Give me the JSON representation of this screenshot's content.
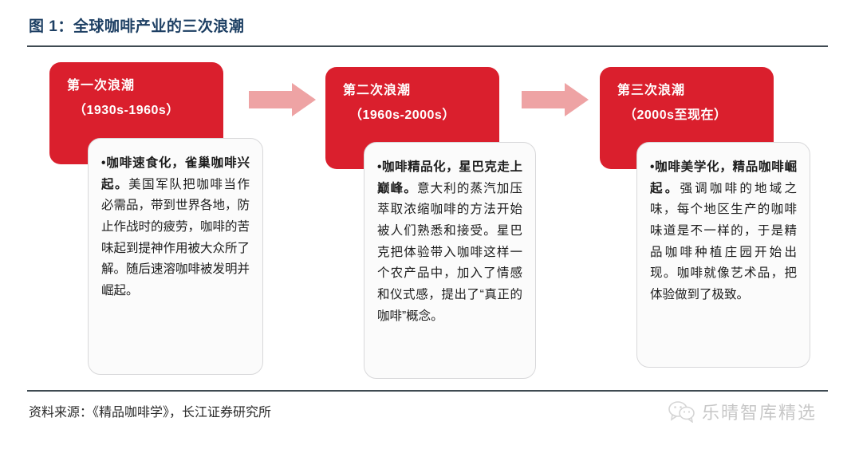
{
  "figure": {
    "title": "图 1：全球咖啡产业的三次浪潮",
    "title_color": "#1d3f63",
    "accent_red": "#da1f2d",
    "arrow_color": "#eea3a4",
    "rule_color": "#3f4a52"
  },
  "waves": [
    {
      "name": "第一次浪潮",
      "years": "（1930s-1960s）",
      "bullet": "•",
      "lead": "咖啡速食化，雀巢咖啡兴起。",
      "body": "美国军队把咖啡当作必需品，带到世界各地，防止作战时的疲劳，咖啡的苦味起到提神作用被大众所了解。随后速溶咖啡被发明并崛起。"
    },
    {
      "name": "第二次浪潮",
      "years": "（1960s-2000s）",
      "bullet": "•",
      "lead": "咖啡精品化，星巴克走上巅峰。",
      "body": "意大利的蒸汽加压萃取浓缩咖啡的方法开始被人们熟悉和接受。星巴克把体验带入咖啡这样一个农产品中，加入了情感和仪式感，提出了“真正的咖啡”概念。"
    },
    {
      "name": "第三次浪潮",
      "years": "（2000s至现在）",
      "bullet": "•",
      "lead": "咖啡美学化，精品咖啡崛起。",
      "body": "强调咖啡的地域之味，每个地区生产的咖啡味道是不一样的，于是精品咖啡种植庄园开始出现。咖啡就像艺术品，把体验做到了极致。"
    }
  ],
  "arrows": [
    {
      "label": "arrow-wave1-to-wave2"
    },
    {
      "label": "arrow-wave2-to-wave3"
    }
  ],
  "footer": {
    "source": "资料来源：《精品咖啡学》，长江证券研究所"
  },
  "watermark": {
    "icon": "wechat-icon",
    "text": "乐晴智库精选"
  }
}
